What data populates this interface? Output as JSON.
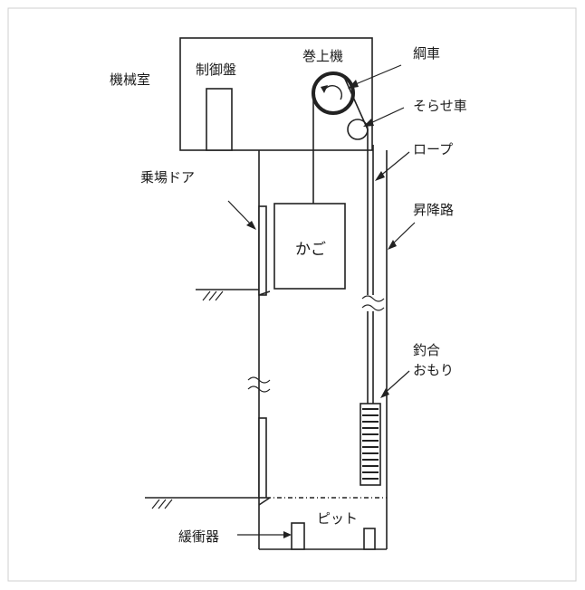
{
  "labels": {
    "machine_room": "機械室",
    "control_panel": "制御盤",
    "hoist": "巻上機",
    "sheave": "綱車",
    "deflector_sheave": "そらせ車",
    "rope": "ロープ",
    "landing_door": "乗場ドア",
    "hoistway": "昇降路",
    "car": "かご",
    "counterweight_line1": "釣合",
    "counterweight_line2": "おもり",
    "pit": "ピット",
    "buffer": "緩衝器"
  }
}
